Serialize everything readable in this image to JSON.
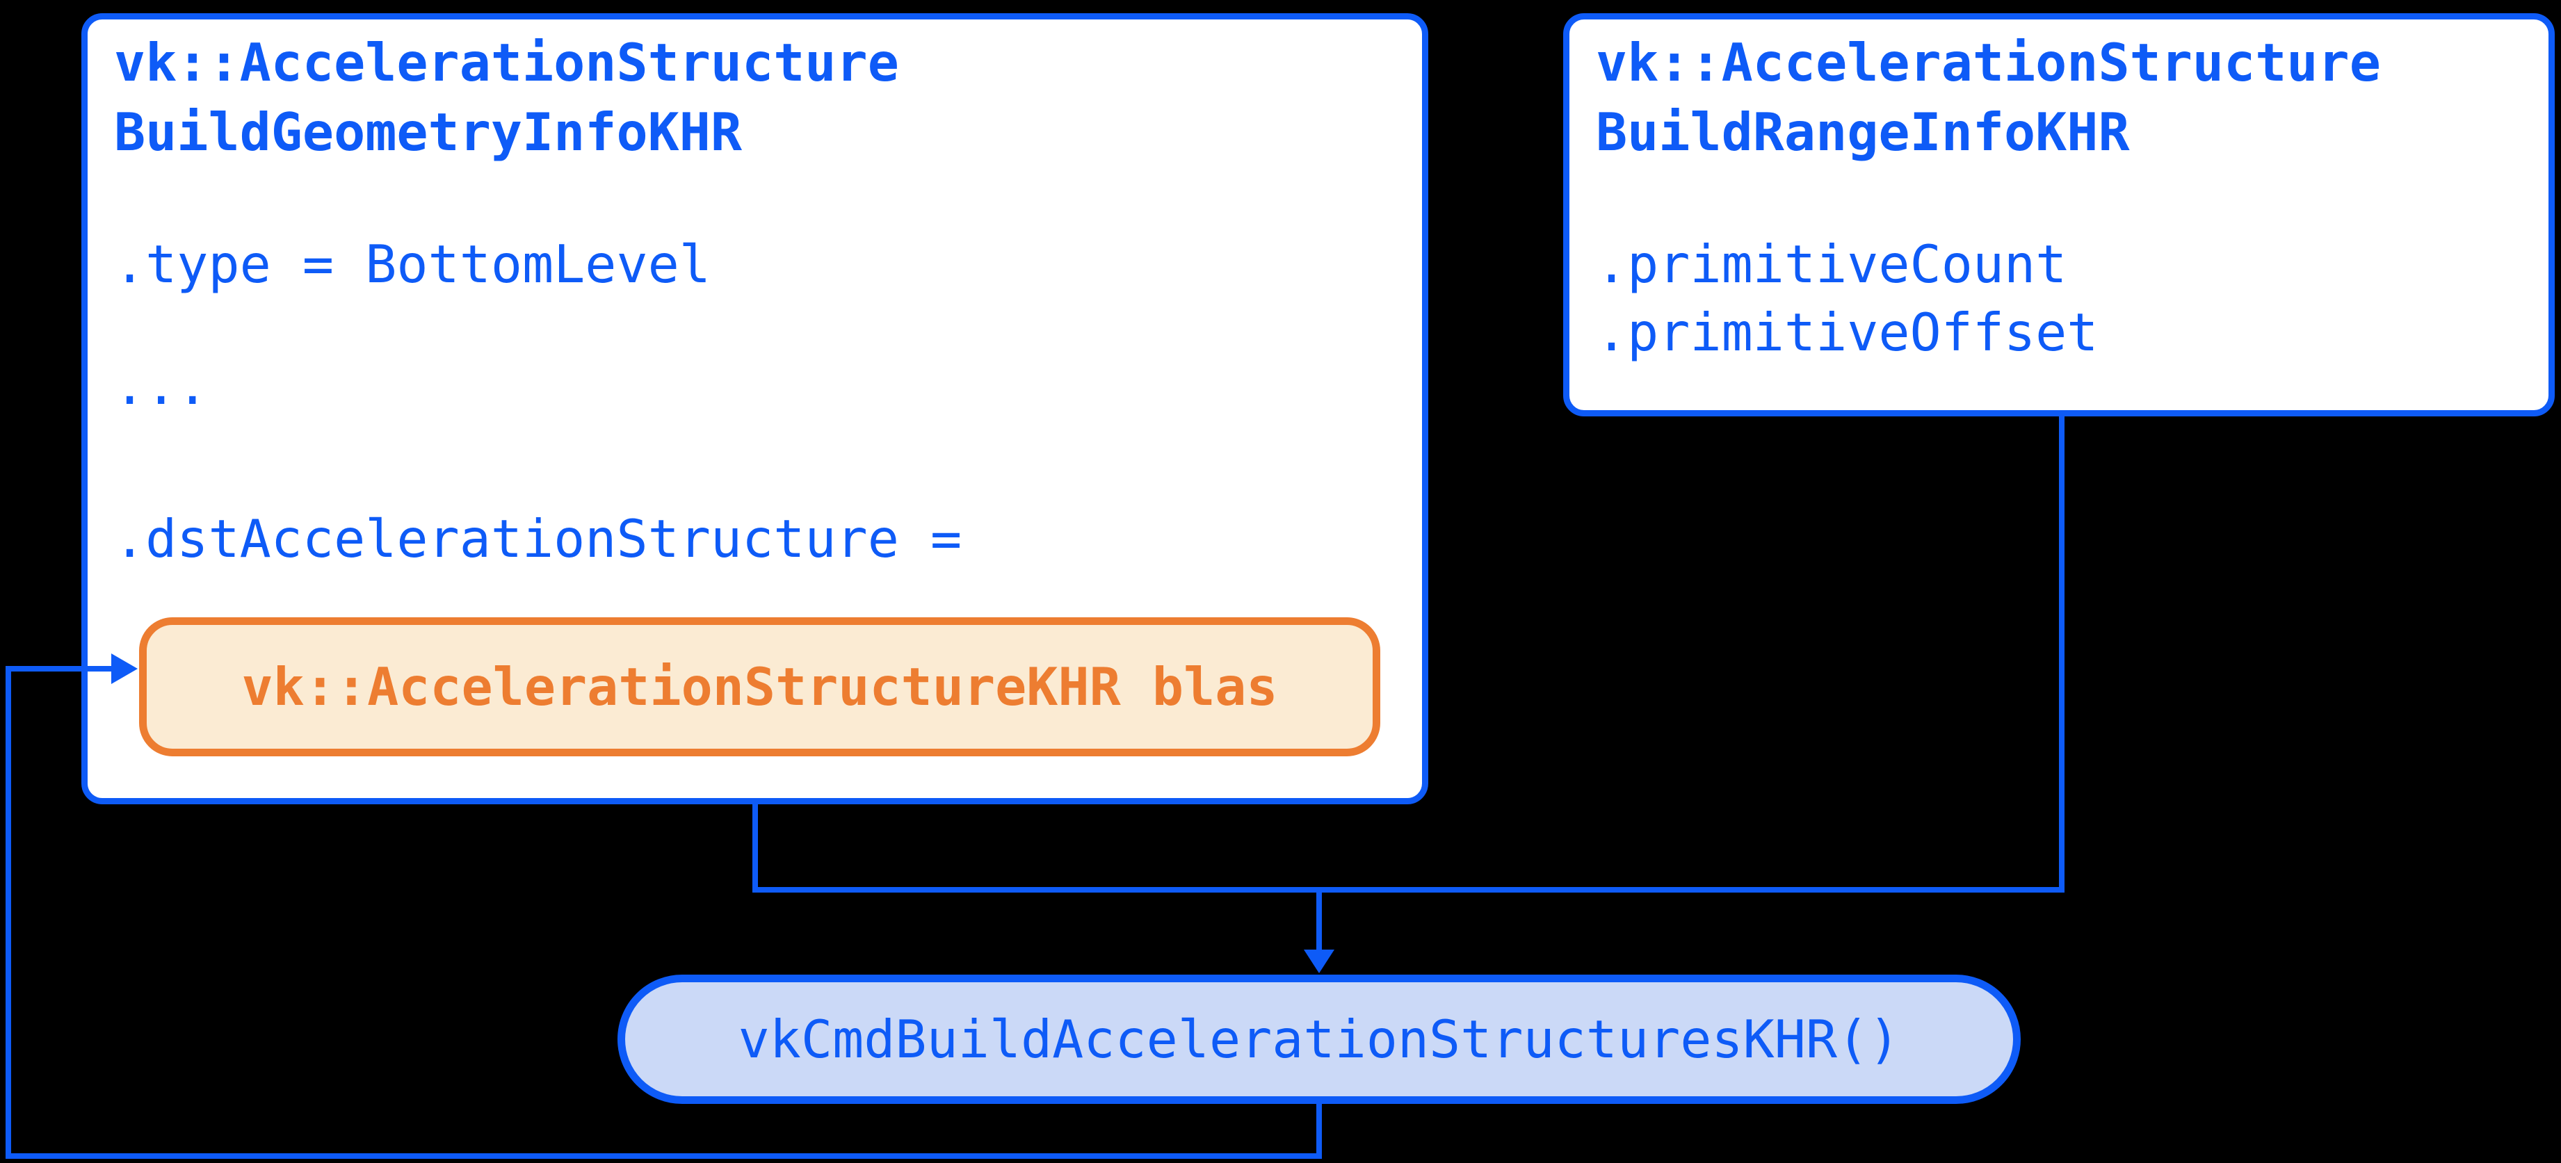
{
  "colors": {
    "background": "#000000",
    "blue": "#0E5BF7",
    "box_fill": "#FFFFFF",
    "orange": "#ED7D31",
    "orange_fill": "#FBEBD3",
    "pill_fill": "#CBD9F7"
  },
  "geometry_info_box": {
    "title_line1": "vk::AccelerationStructure",
    "title_line2": "BuildGeometryInfoKHR",
    "field_type": ".type = BottomLevel",
    "ellipsis": "...",
    "field_dst": ".dstAccelerationStructure =",
    "blas_box": {
      "label": "vk::AccelerationStructureKHR blas"
    }
  },
  "range_info_box": {
    "title_line1": "vk::AccelerationStructure",
    "title_line2": "BuildRangeInfoKHR",
    "field_primitive_count": ".primitiveCount",
    "field_primitive_offset": ".primitiveOffset"
  },
  "command_pill": {
    "label": "vkCmdBuildAccelerationStructuresKHR()"
  }
}
